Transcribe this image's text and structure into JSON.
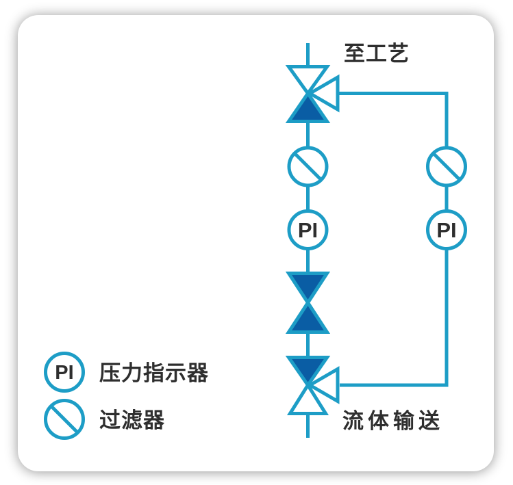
{
  "colors": {
    "pipe_line": "#1d9dc6",
    "valve_fill": "#0a5da4",
    "label_text": "#2e2e2e",
    "card_background": "#ffffff"
  },
  "diagram": {
    "top_label": "至工艺",
    "bottom_label": "流体输送",
    "pressure_indicator_text": "PI"
  },
  "legend": {
    "items": [
      {
        "symbol": "pressure-indicator-icon",
        "symbol_text": "PI",
        "label": "压力指示器"
      },
      {
        "symbol": "filter-icon",
        "label": "过滤器"
      }
    ]
  }
}
